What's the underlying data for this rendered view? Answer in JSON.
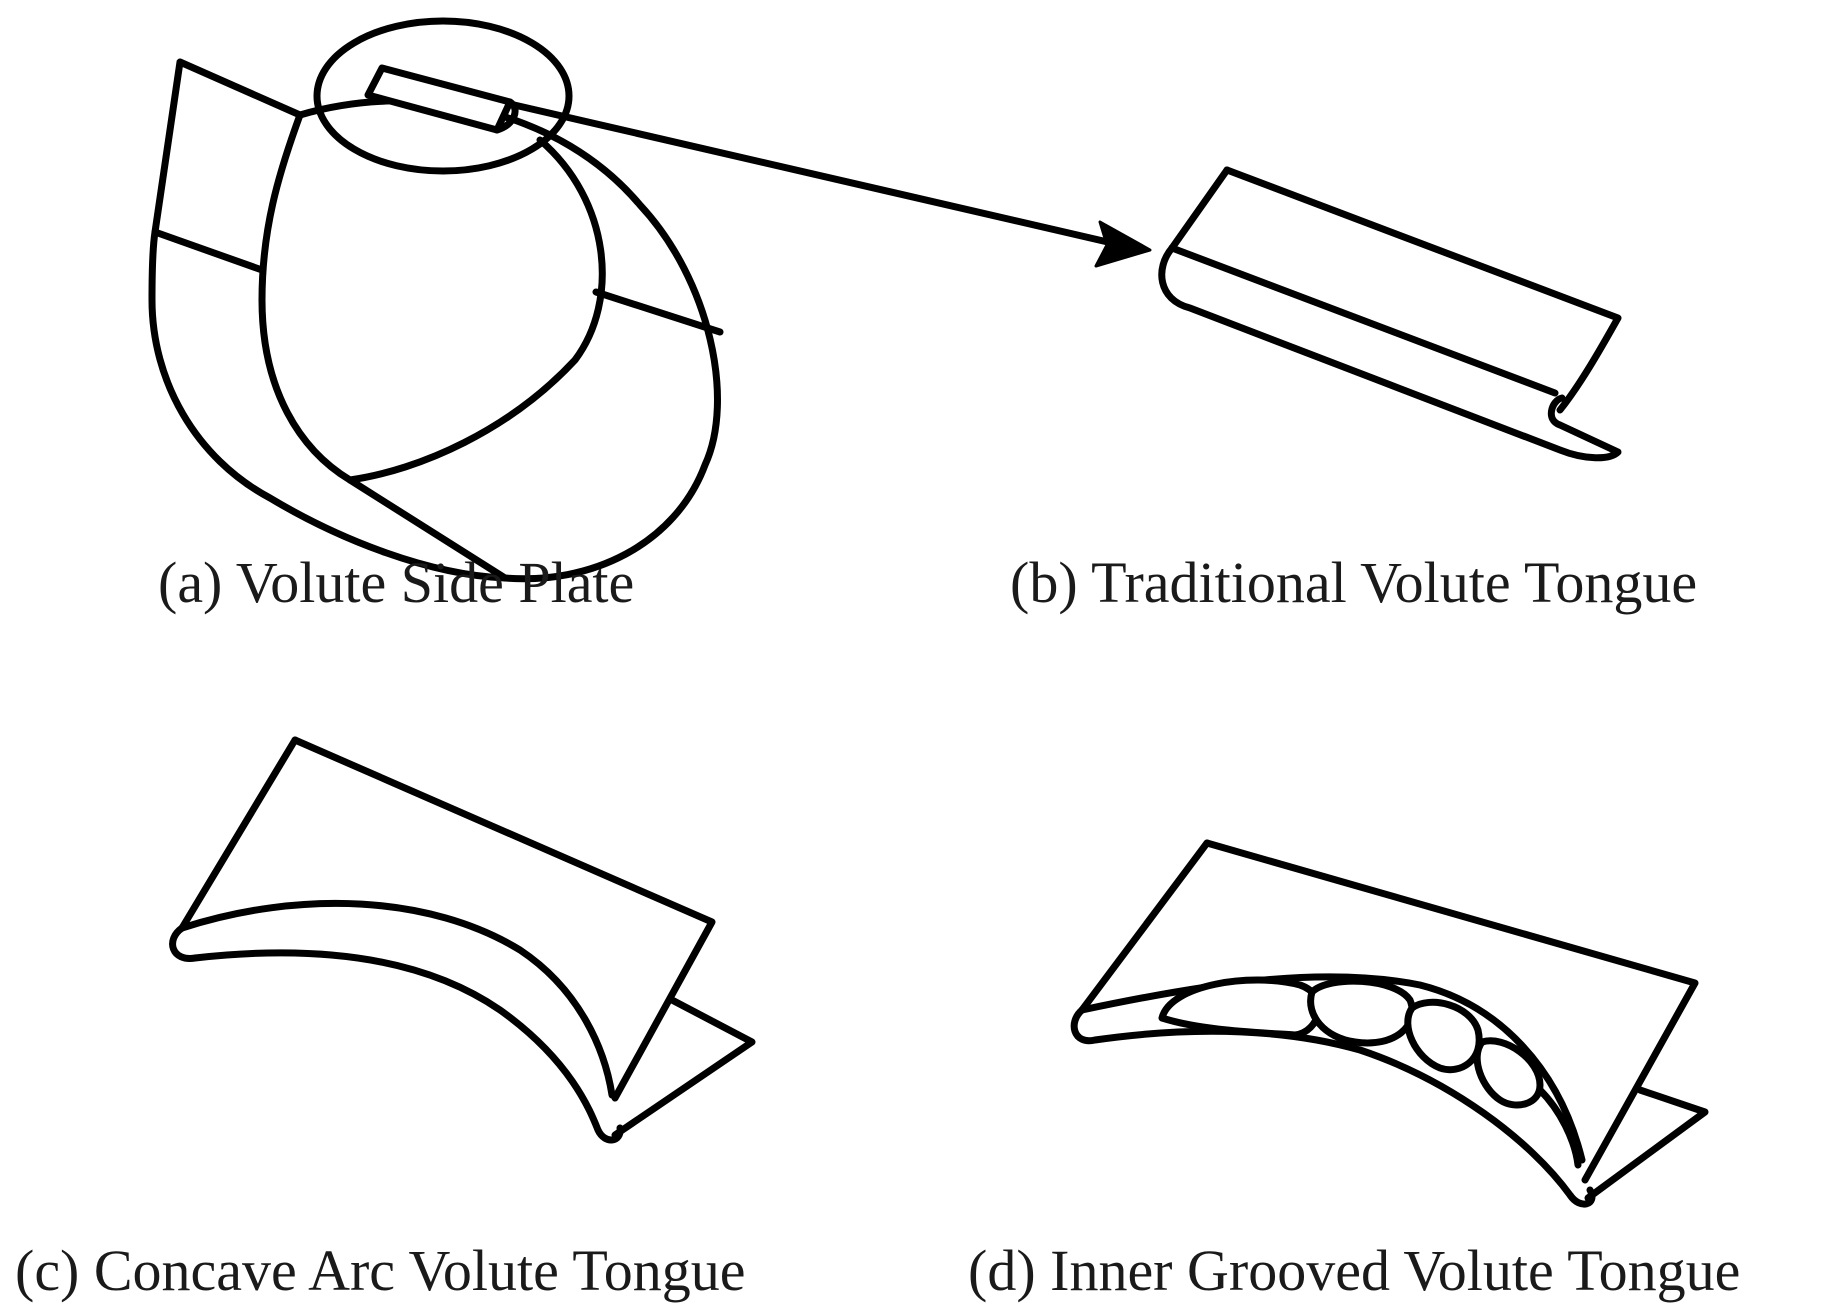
{
  "panels": {
    "a": {
      "caption": "(a) Volute Side Plate"
    },
    "b": {
      "caption": "(b) Traditional Volute Tongue"
    },
    "c": {
      "caption": "(c) Concave Arc Volute Tongue"
    },
    "d": {
      "caption": "(d) Inner Grooved Volute Tongue"
    }
  },
  "colors": {
    "stroke": "#000000",
    "text": "#1a1a1a",
    "background": "#ffffff"
  }
}
